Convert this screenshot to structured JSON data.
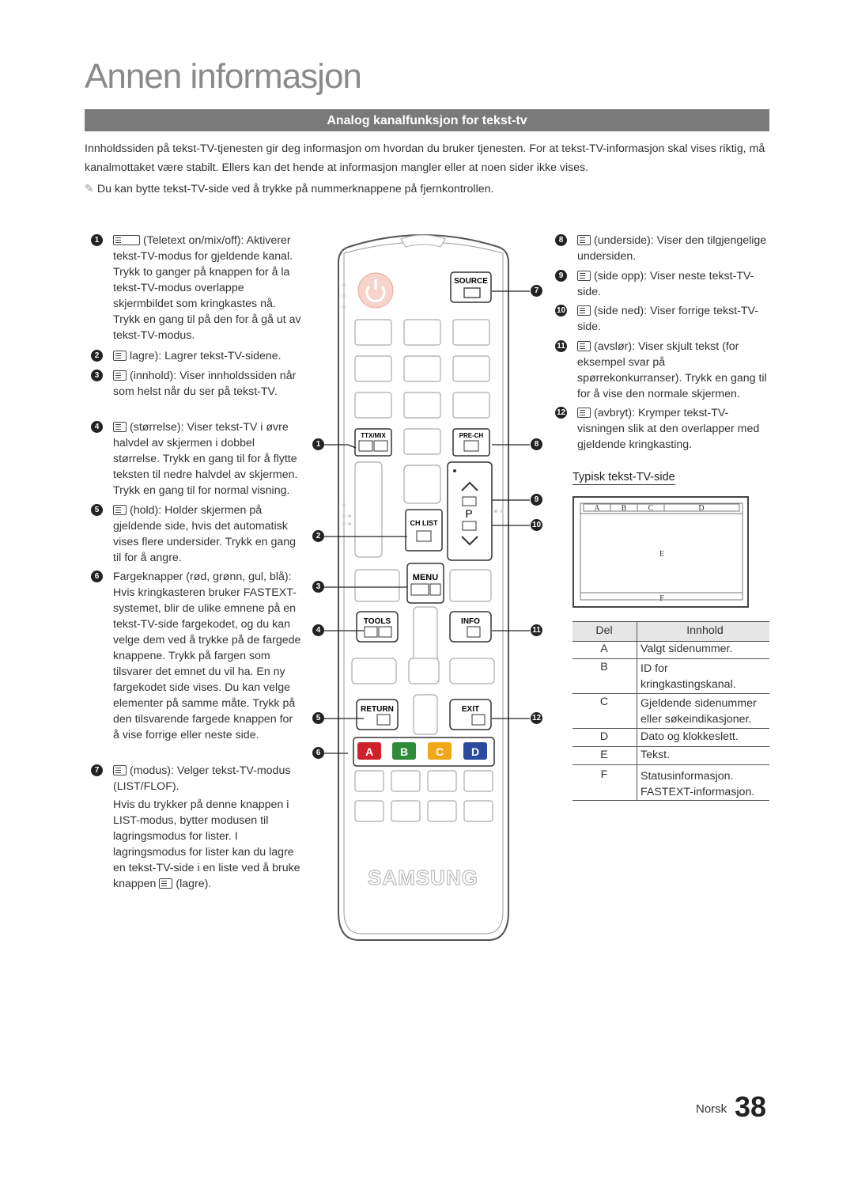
{
  "page": {
    "title": "Annen informasjon",
    "section_title": "Analog kanalfunksjon for tekst-tv",
    "intro": "Innholdssiden på tekst-TV-tjenesten gir deg informasjon om hvordan du bruker tjenesten. For at tekst-TV-informasjon skal vises riktig, må kanalmottaket være stabilt. Ellers kan det hende at informasjon mangler eller at noen sider ikke vises.",
    "note": "Du kan bytte tekst-TV-side ved å trykke på nummerknappene på fjernkontrollen."
  },
  "left_items": [
    {
      "n": "1",
      "text": "(Teletext on/mix/off): Aktiverer tekst-TV-modus for gjeldende kanal. Trykk to ganger på knappen for å la tekst-TV-modus overlappe skjermbildet som kringkastes nå. Trykk en gang til på den for å gå ut av tekst-TV-modus."
    },
    {
      "n": "2",
      "text": "lagre): Lagrer tekst-TV-sidene."
    },
    {
      "n": "3",
      "text": "(innhold): Viser innholdssiden når som helst når du ser på tekst-TV."
    },
    {
      "n": "4",
      "text": "(størrelse): Viser tekst-TV i øvre halvdel av skjermen i dobbel størrelse. Trykk en gang til for å flytte teksten til nedre halvdel av skjermen. Trykk en gang til for normal visning."
    },
    {
      "n": "5",
      "text": "(hold): Holder skjermen på gjeldende side, hvis det automatisk vises flere undersider. Trykk en gang til for å angre."
    },
    {
      "n": "6",
      "text": "Fargeknapper (rød, grønn, gul, blå): Hvis kringkasteren bruker FASTEXT-systemet, blir de ulike emnene på en tekst-TV-side fargekodet, og du kan velge dem ved å trykke på de fargede knappene. Trykk på fargen som tilsvarer det emnet du vil ha. En ny fargekodet side vises. Du kan velge elementer på samme måte. Trykk på den tilsvarende fargede knappen for å vise forrige eller neste side."
    },
    {
      "n": "7",
      "text": "(modus): Velger tekst-TV-modus (LIST/FLOF)."
    },
    {
      "n": "",
      "text": "Hvis du trykker på denne knappen i LIST-modus, bytter modusen til lagringsmodus for lister. I lagringsmodus for lister kan du lagre en tekst-TV-side i en liste ved å bruke knappen"
    },
    {
      "n": "",
      "text": "(lagre)."
    }
  ],
  "right_items": [
    {
      "n": "8",
      "text": "(underside): Viser den tilgjengelige undersiden."
    },
    {
      "n": "9",
      "text": "(side opp): Viser neste tekst-TV-side."
    },
    {
      "n": "10",
      "text": "(side ned): Viser forrige tekst-TV-side."
    },
    {
      "n": "11",
      "text": "(avslør): Viser skjult tekst (for eksempel svar på spørrekonkurranser). Trykk en gang til for å vise den normale skjermen."
    },
    {
      "n": "12",
      "text": "(avbryt): Krymper tekst-TV-visningen slik at den overlapper med gjeldende kringkasting."
    }
  ],
  "remote": {
    "brand": "SAMSUNG",
    "source": "SOURCE",
    "ttx": "TTX/MIX",
    "prech": "PRE-CH",
    "chlist": "CH LIST",
    "menu": "MENU",
    "tools": "TOOLS",
    "info": "INFO",
    "return": "RETURN",
    "exit": "EXIT",
    "p": "P",
    "color_a": "A",
    "color_b": "B",
    "color_c": "C",
    "color_d": "D",
    "colors": {
      "red": "#d0202a",
      "green": "#2e8b3a",
      "yellow": "#f0a818",
      "blue": "#2a4aa0"
    }
  },
  "callouts": [
    "1",
    "2",
    "3",
    "4",
    "5",
    "6",
    "7",
    "8",
    "9",
    "10",
    "11",
    "12"
  ],
  "typisk": {
    "label": "Typisk tekst-TV-side",
    "a": "A",
    "b": "B",
    "c": "C",
    "d": "D",
    "e": "E",
    "f": "F"
  },
  "table": {
    "head_del": "Del",
    "head_innhold": "Innhold",
    "rows": [
      {
        "del": "A",
        "innhold": "Valgt sidenummer."
      },
      {
        "del": "B",
        "innhold": "ID for kringkastingskanal."
      },
      {
        "del": "C",
        "innhold": "Gjeldende sidenummer eller søkeindikasjoner."
      },
      {
        "del": "D",
        "innhold": "Dato og klokkeslett."
      },
      {
        "del": "E",
        "innhold": "Tekst."
      },
      {
        "del": "F",
        "innhold": "Statusinformasjon. FASTEXT-informasjon."
      }
    ]
  },
  "footer": {
    "language": "Norsk",
    "page_number": "38"
  }
}
